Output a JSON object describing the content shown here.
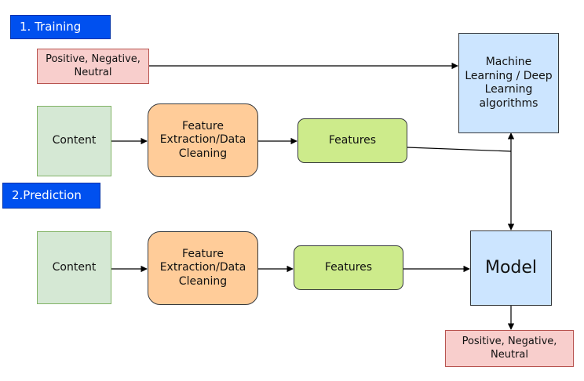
{
  "training": {
    "label": "1. Training",
    "sentiment_label": "Positive, Negative,\nNeutral",
    "content_label": "Content",
    "extraction_label": "Feature\nExtraction/Data\nCleaning",
    "features_label": "Features",
    "algorithms_label": "Machine\nLearning / Deep\nLearning\nalgorithms"
  },
  "prediction": {
    "label": "2.Prediction",
    "content_label": "Content",
    "extraction_label": "Feature\nExtraction/Data\nCleaning",
    "features_label": "Features",
    "model_label": "Model",
    "output_label": "Positive, Negative,\nNeutral"
  },
  "colors": {
    "section_header": "#0050ef",
    "sentiment_fill": "#f8cecc",
    "content_fill": "#d5e8d4",
    "extraction_fill": "#ffcc99",
    "features_fill": "#cdeb8b",
    "algorithm_fill": "#cce5ff"
  }
}
